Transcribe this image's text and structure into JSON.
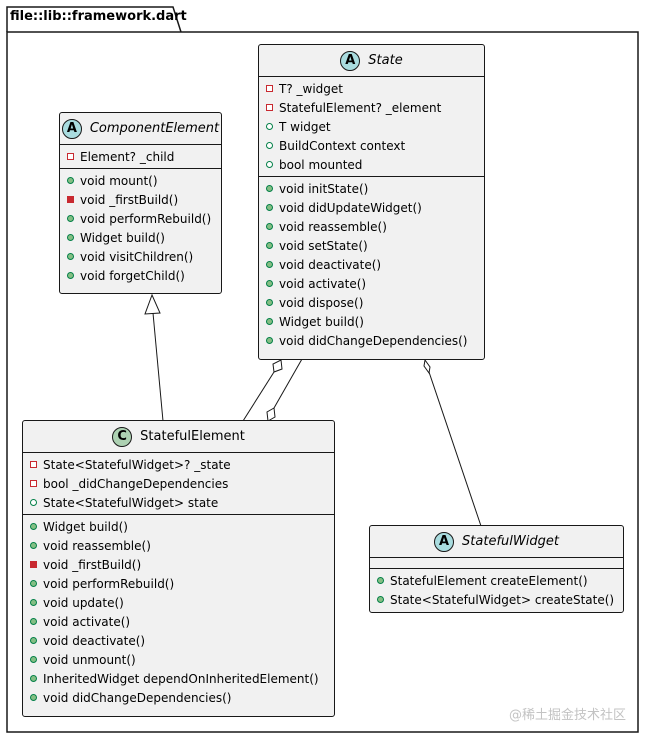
{
  "package": {
    "name": "file::lib::framework.dart"
  },
  "classes": {
    "state": {
      "name": "State",
      "stereotype": "A",
      "abstract": true,
      "fields": [
        {
          "vis": "priv-open",
          "text": "T? _widget"
        },
        {
          "vis": "priv-open",
          "text": "StatefulElement? _element"
        },
        {
          "vis": "pub-open",
          "text": "T widget"
        },
        {
          "vis": "pub-open",
          "text": "BuildContext context"
        },
        {
          "vis": "pub-open",
          "text": "bool mounted"
        }
      ],
      "methods": [
        {
          "vis": "pub-filled",
          "text": "void initState()"
        },
        {
          "vis": "pub-filled",
          "text": "void didUpdateWidget()"
        },
        {
          "vis": "pub-filled",
          "text": "void reassemble()"
        },
        {
          "vis": "pub-filled",
          "text": "void setState()"
        },
        {
          "vis": "pub-filled",
          "text": "void deactivate()"
        },
        {
          "vis": "pub-filled",
          "text": "void activate()"
        },
        {
          "vis": "pub-filled",
          "text": "void dispose()"
        },
        {
          "vis": "pub-filled",
          "text": "Widget build()"
        },
        {
          "vis": "pub-filled",
          "text": "void didChangeDependencies()"
        }
      ]
    },
    "component_element": {
      "name": "ComponentElement",
      "stereotype": "A",
      "abstract": true,
      "fields": [
        {
          "vis": "priv-open",
          "text": "Element? _child"
        }
      ],
      "methods": [
        {
          "vis": "pub-filled",
          "text": "void mount()"
        },
        {
          "vis": "priv-filled",
          "text": "void _firstBuild()"
        },
        {
          "vis": "pub-filled",
          "text": "void performRebuild()"
        },
        {
          "vis": "pub-filled",
          "text": "Widget build()"
        },
        {
          "vis": "pub-filled",
          "text": "void visitChildren()"
        },
        {
          "vis": "pub-filled",
          "text": "void forgetChild()"
        }
      ]
    },
    "stateful_element": {
      "name": "StatefulElement",
      "stereotype": "C",
      "abstract": false,
      "fields": [
        {
          "vis": "priv-open",
          "text": "State<StatefulWidget>? _state"
        },
        {
          "vis": "priv-open",
          "text": "bool _didChangeDependencies"
        },
        {
          "vis": "pub-open",
          "text": "State<StatefulWidget> state"
        }
      ],
      "methods": [
        {
          "vis": "pub-filled",
          "text": "Widget build()"
        },
        {
          "vis": "pub-filled",
          "text": "void reassemble()"
        },
        {
          "vis": "priv-filled",
          "text": "void _firstBuild()"
        },
        {
          "vis": "pub-filled",
          "text": "void performRebuild()"
        },
        {
          "vis": "pub-filled",
          "text": "void update()"
        },
        {
          "vis": "pub-filled",
          "text": "void activate()"
        },
        {
          "vis": "pub-filled",
          "text": "void deactivate()"
        },
        {
          "vis": "pub-filled",
          "text": "void unmount()"
        },
        {
          "vis": "pub-filled",
          "text": "InheritedWidget dependOnInheritedElement()"
        },
        {
          "vis": "pub-filled",
          "text": "void didChangeDependencies()"
        }
      ]
    },
    "stateful_widget": {
      "name": "StatefulWidget",
      "stereotype": "A",
      "abstract": true,
      "fields": [],
      "methods": [
        {
          "vis": "pub-filled",
          "text": "StatefulElement createElement()"
        },
        {
          "vis": "pub-filled",
          "text": "State<StatefulWidget> createState()"
        }
      ]
    }
  },
  "relations": [
    {
      "type": "inheritance",
      "from": "StatefulElement",
      "to": "ComponentElement"
    },
    {
      "type": "aggregation",
      "whole": "State",
      "part": "StatefulElement"
    },
    {
      "type": "aggregation",
      "whole": "StatefulElement",
      "part": "State"
    },
    {
      "type": "aggregation",
      "whole": "State",
      "part": "StatefulWidget"
    }
  ],
  "watermark": "@稀土掘金技术社区"
}
